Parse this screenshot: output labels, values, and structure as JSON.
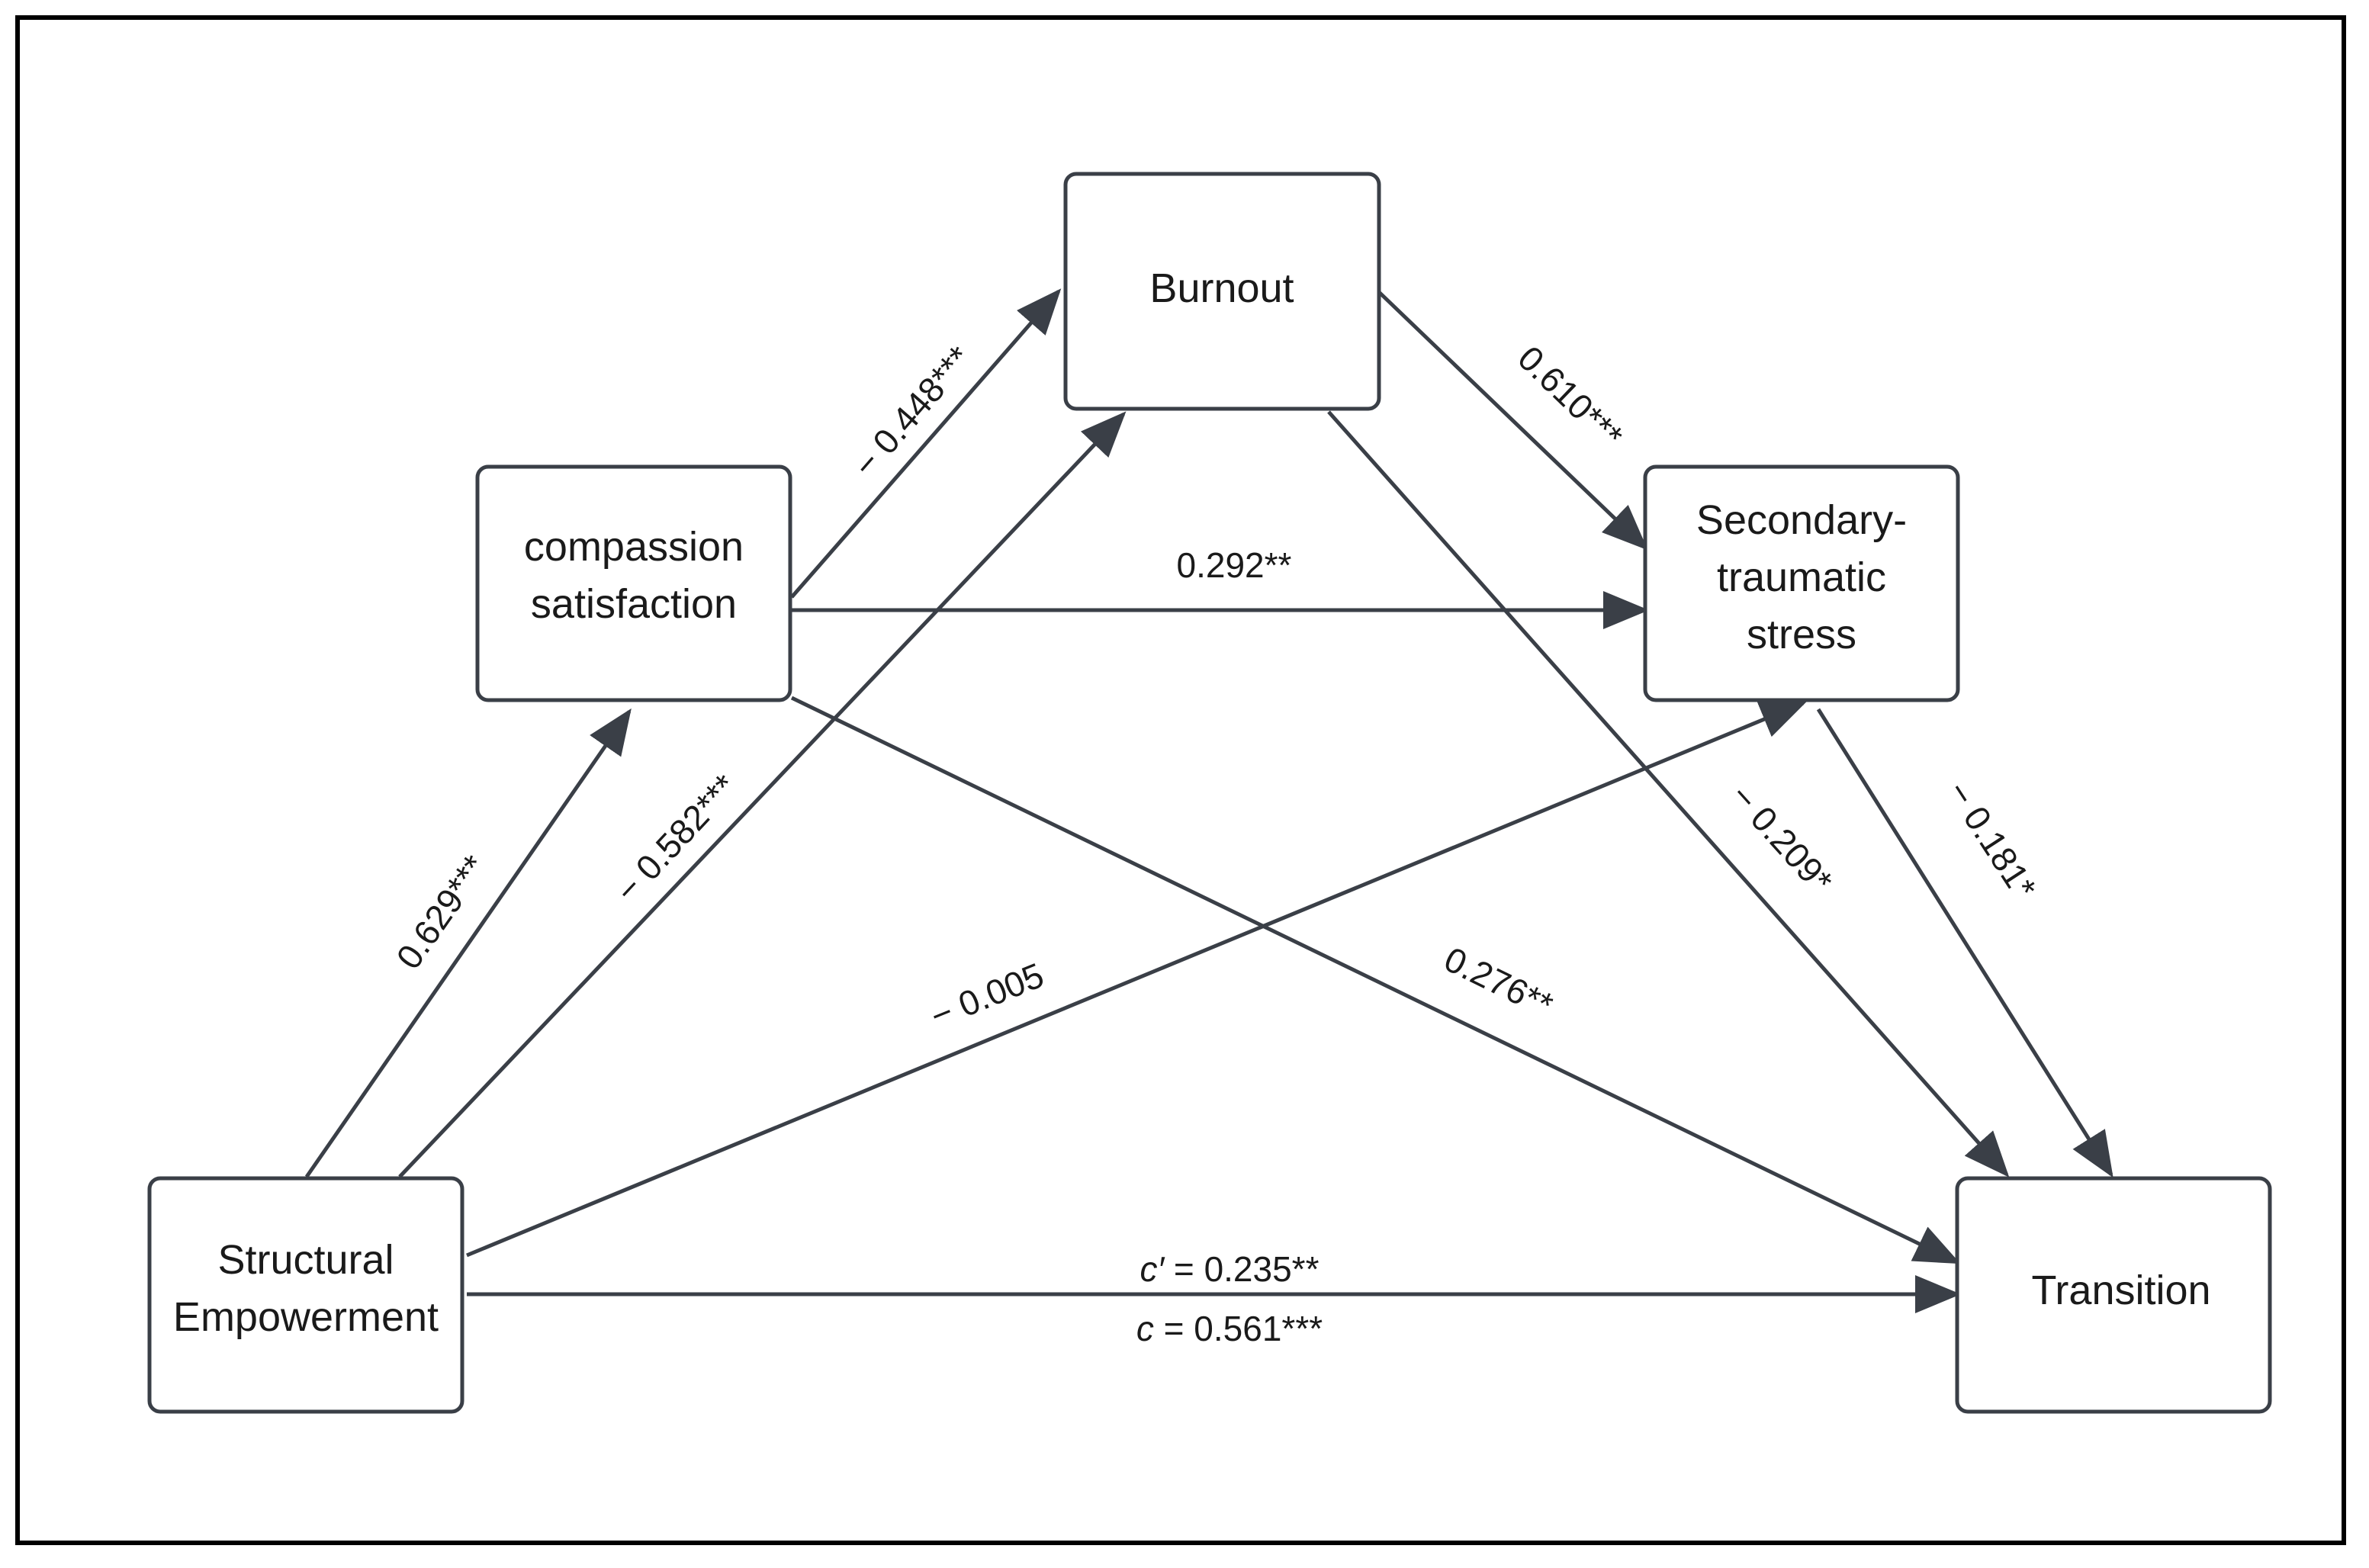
{
  "nodes": {
    "burnout": {
      "label": "Burnout"
    },
    "compassion": {
      "line1": "compassion",
      "line2": "satisfaction"
    },
    "sts": {
      "line1": "Secondary-",
      "line2": "traumatic",
      "line3": "stress"
    },
    "structural": {
      "line1": "Structural",
      "line2": "Empowerment"
    },
    "transition": {
      "label": "Transition"
    }
  },
  "paths": {
    "cs_to_burnout": "− 0.448***",
    "burnout_to_sts": "0.610***",
    "cs_to_sts": "0.292**",
    "se_to_cs": "0.629***",
    "se_to_burnout": "− 0.582***",
    "burnout_to_transition": "− 0.209*",
    "sts_to_transition": "− 0.181*",
    "cs_to_transition": "0.276**",
    "se_to_sts": "− 0.005",
    "direct_prime_symbol": "c′",
    "direct_prime_value": " = 0.235**",
    "total_symbol": "c",
    "total_value": " = 0.561***"
  },
  "colors": {
    "line": "#3a3f47",
    "frame": "#000000",
    "text": "#1a1a1a"
  }
}
